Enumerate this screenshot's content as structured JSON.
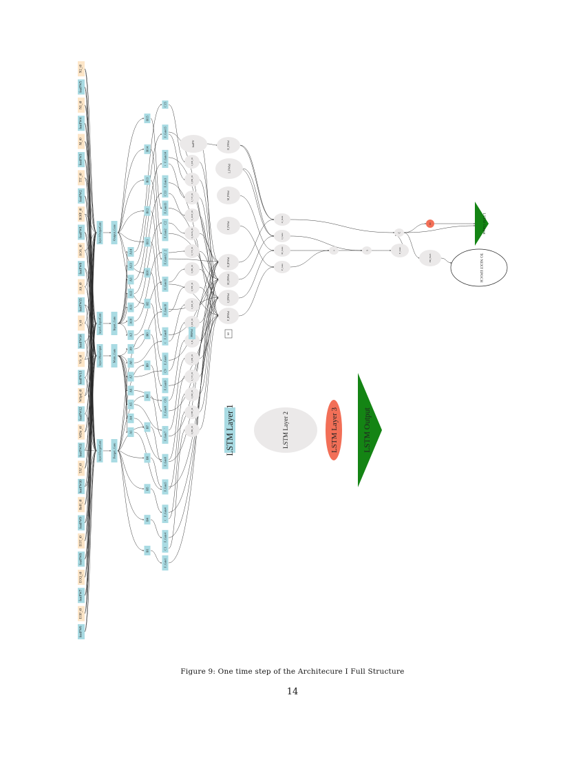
{
  "figure": {
    "caption": "Figure 9:   One time step of the Architecure I Full Structure",
    "page_number": "14"
  },
  "colors": {
    "feature_blue": "#a9dbe3",
    "lag_orange": "#fde6c8",
    "ellipse_grey": "#ebe9e9",
    "layer3_red": "#f26f57",
    "output_green": "#148414",
    "edge": "#222222"
  },
  "inputs": [
    "featFW6",
    "EOP_t0",
    "featFW7",
    "EOQ_t0",
    "featFW8",
    "EOT_t0",
    "featFW9",
    "RoH_t0",
    "featFW10",
    "TAT_t0",
    "featFW11",
    "WDir_t0",
    "featFW12",
    "WSpd_t0",
    "featFW13",
    "Vfr_t0",
    "featFW14",
    "b_t0",
    "featFW15",
    "Alt_t0",
    "featFW0",
    "AOA_t0",
    "featFW1",
    "ROfP_t0",
    "featFW2",
    "TIT_t0",
    "featFW3",
    "M_t0",
    "featFW4",
    "N1_t0",
    "featFW5",
    "N2_t0"
  ],
  "gates": {
    "forget": [
      "layer1ForgetGate",
      "Forget_Gate"
    ],
    "main": [
      "layer1MainInput",
      "Main_Gate"
    ],
    "input": [
      "layer1_InputGate",
      "Input_Gate"
    ],
    "output": [
      "layer1OutputGate",
      "Output_Gate"
    ]
  },
  "weights_a": [
    "A1",
    "A4",
    "A5",
    "A6",
    "A7",
    "A8",
    "A9",
    "A2",
    "A10",
    "A11",
    "A12",
    "A3",
    "A13",
    "A14"
  ],
  "weights_b": [
    "B1",
    "B4",
    "B5",
    "B6",
    "B7",
    "B8",
    "B9",
    "B0",
    "B2",
    "B10",
    "B11",
    "B12",
    "B13",
    "B14",
    "B15"
  ],
  "cells": [
    "C1",
    "C4",
    "C5",
    "C6",
    "C7",
    "C8",
    "C9",
    "C0",
    "C10",
    "C11",
    "C12",
    "C2",
    "C13",
    "C3",
    "C14",
    "C15"
  ],
  "forget_units": [
    "F_Gate1",
    "F_Gate4",
    "F_Gate4",
    "F_Gate5",
    "F_Gate6",
    "F_Gate7",
    "F_Gate8",
    "F_Gate9",
    "F_Gate0",
    "F_Gate8",
    "F_Gate10",
    "F_Gate11",
    "F_Gate12",
    "F_Gate2",
    "F_Gate13",
    "F_Gate3",
    "F_Gate14",
    "F_Gate15"
  ],
  "products_col1": [
    "I_PR_t0",
    "I_TIT_t0",
    "I_IM_t0",
    "I_VT_t0",
    "I_PR_t0",
    "I_B_t0",
    "I_IM_t0"
  ],
  "products_col2": [
    "I_IM_t0",
    "I_TIT_t0",
    "I_PR_t0",
    "I_VT_t0",
    "I_AOA_t0",
    "I_ALT_t0",
    "I_VT_t0",
    "I_PR_t0",
    "I_IM_t0",
    "featFW"
  ],
  "products_col3": [
    "F_IFWbd",
    "I_IFWbd",
    "M_IFWbd",
    "O_IFWbd",
    "F_FWbd",
    "M_FWbd",
    "I_FWbd",
    "O_FWbd"
  ],
  "gate_ops": [
    "F_Gate",
    "M_Gate",
    "I_Gate",
    "O_Gate"
  ],
  "ops": [
    "+",
    "x",
    "F_Gate",
    "C",
    "DE",
    "PR_Nxt3"
  ],
  "misc": {
    "prw_box": "PRWbd",
    "h0": "h0"
  },
  "layers": {
    "layer1": "LSTM Layer 1",
    "layer2": "LSTM Layer 2",
    "layer3": "LSTM Layer 3",
    "output": "LSTM Output",
    "output_small": "LSTM Output",
    "next_epoch": "TO NEXT EPOCH"
  }
}
